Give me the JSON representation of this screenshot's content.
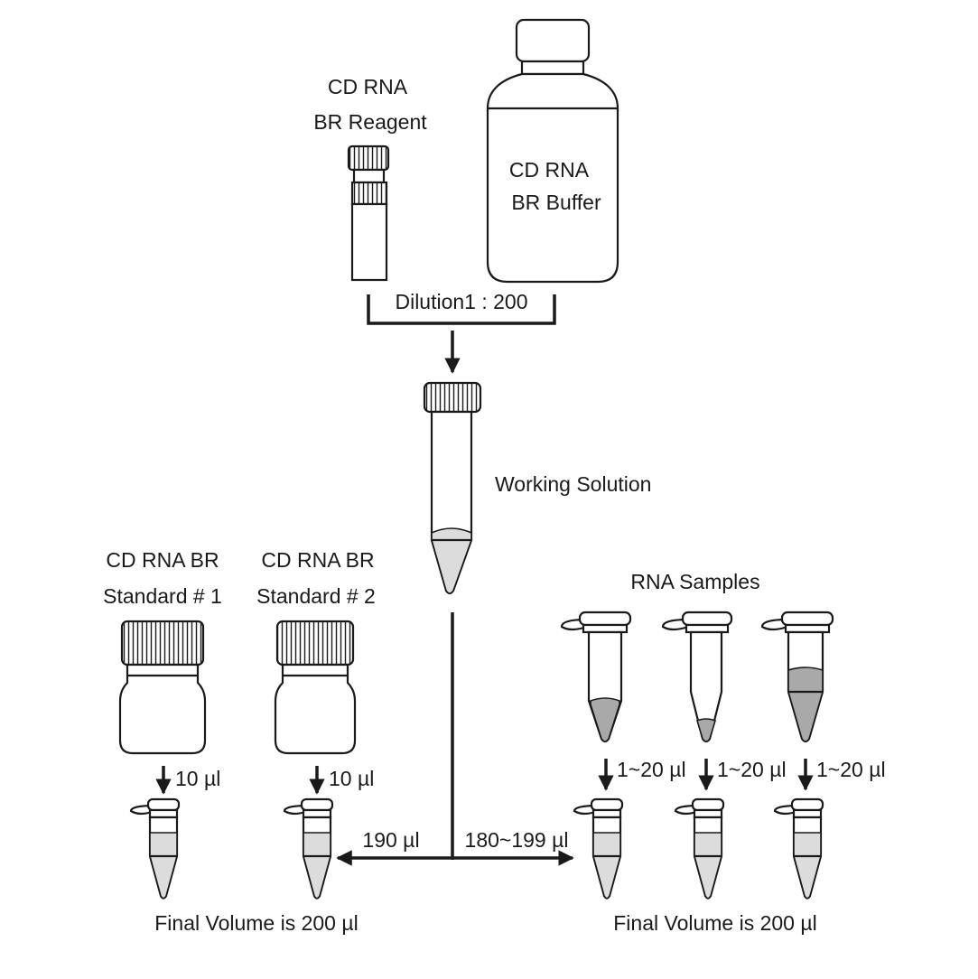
{
  "reagent": {
    "line1": "CD RNA",
    "line2": "BR Reagent"
  },
  "buffer": {
    "line1": "CD RNA",
    "line2": "BR Buffer"
  },
  "dilution_label": "Dilution1 : 200",
  "working_solution_label": "Working Solution",
  "standard1": {
    "line1": "CD RNA BR",
    "line2": "Standard # 1",
    "volume": "10 µl"
  },
  "standard2": {
    "line1": "CD RNA BR",
    "line2": "Standard # 2",
    "volume": "10 µl"
  },
  "samples": {
    "title": "RNA Samples",
    "volume_1": "1~20 µl",
    "volume_2": "1~20 µl",
    "volume_3": "1~20 µl"
  },
  "split": {
    "left_volume": "190 µl",
    "right_volume": "180~199 µl"
  },
  "final_left": "Final Volume is 200 µl",
  "final_right": "Final Volume is 200 µl"
}
